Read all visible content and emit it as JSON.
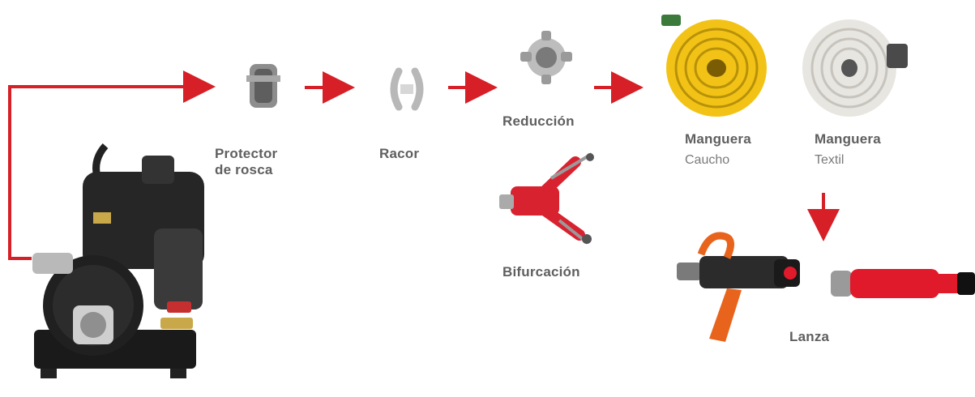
{
  "labels": {
    "protector": "Protector\nde rosca",
    "racor": "Racor",
    "reduccion": "Reducción",
    "bifurcacion": "Bifurcación",
    "manguera_caucho": {
      "title": "Manguera",
      "sub": "Caucho"
    },
    "manguera_textil": {
      "title": "Manguera",
      "sub": "Textil"
    },
    "lanza": "Lanza"
  },
  "colors": {
    "arrow": "#d61f26",
    "label": "#5f5f5f",
    "sublabel": "#7a7a7a",
    "hose_rubber": "#f2c316",
    "hose_textile": "#e8e6e1",
    "nozzle_orange": "#e8641c",
    "nozzle_red": "#e11a2b"
  }
}
